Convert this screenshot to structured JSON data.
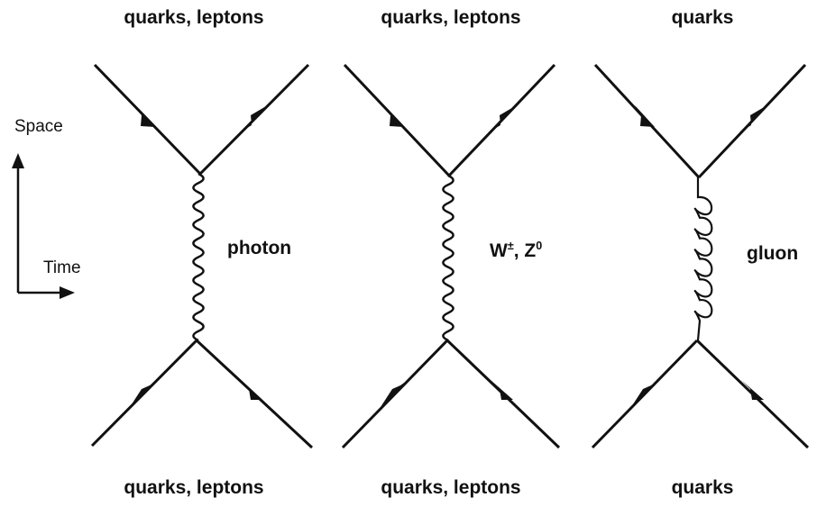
{
  "axes": {
    "space_label": "Space",
    "time_label": "Time"
  },
  "diagrams": [
    {
      "id": "photon",
      "top_label": "quarks, leptons",
      "bottom_label": "quarks, leptons",
      "boson_label": "photon",
      "propagator": "wavy"
    },
    {
      "id": "weak",
      "top_label": "quarks, leptons",
      "bottom_label": "quarks, leptons",
      "boson_label_main": "W",
      "boson_label_sup": "±",
      "boson_label_sep": ", ",
      "boson_label_main2": "Z",
      "boson_label_sup2": "0",
      "propagator": "wavy"
    },
    {
      "id": "gluon",
      "top_label": "quarks",
      "bottom_label": "quarks",
      "boson_label": "gluon",
      "propagator": "coiled"
    }
  ],
  "colors": {
    "ink": "#111111",
    "background": "#ffffff"
  }
}
